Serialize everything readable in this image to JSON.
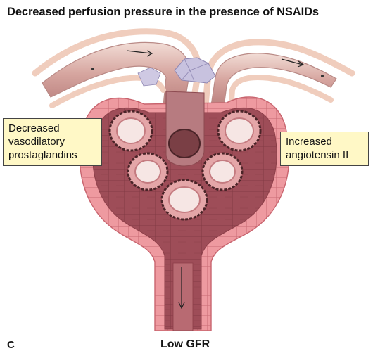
{
  "title": "Decreased perfusion pressure in the presence of NSAIDs",
  "labels": {
    "left_callout": "Decreased\nvasodilatory\nprostaglandins",
    "right_callout": "Increased\nangiotensin II"
  },
  "panel_letter": "C",
  "caption": "Low GFR",
  "colors": {
    "capsule_outer": "#e88a90",
    "capsule_inner": "#9c4a55",
    "vessel": "#d6a8a4",
    "vessel_wall": "#edc6b8",
    "tubule": "#d78a8d",
    "callout_fill": "#fff8c6",
    "macula_cells": "#c8c2df"
  }
}
